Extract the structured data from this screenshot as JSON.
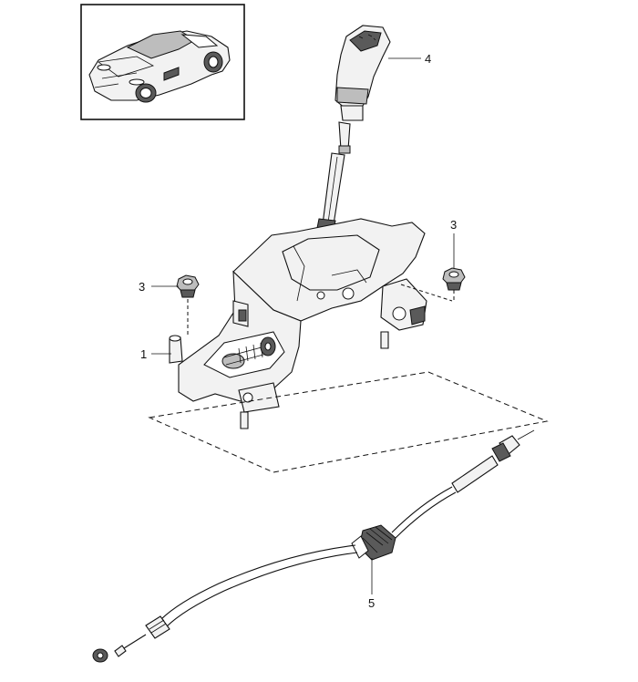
{
  "callouts": {
    "housing": "1",
    "nut_left": "3",
    "nut_right": "3",
    "gear_knob": "4",
    "cable": "5"
  },
  "icons": {
    "vehicle_thumbnail": "car-illustration-icon"
  }
}
